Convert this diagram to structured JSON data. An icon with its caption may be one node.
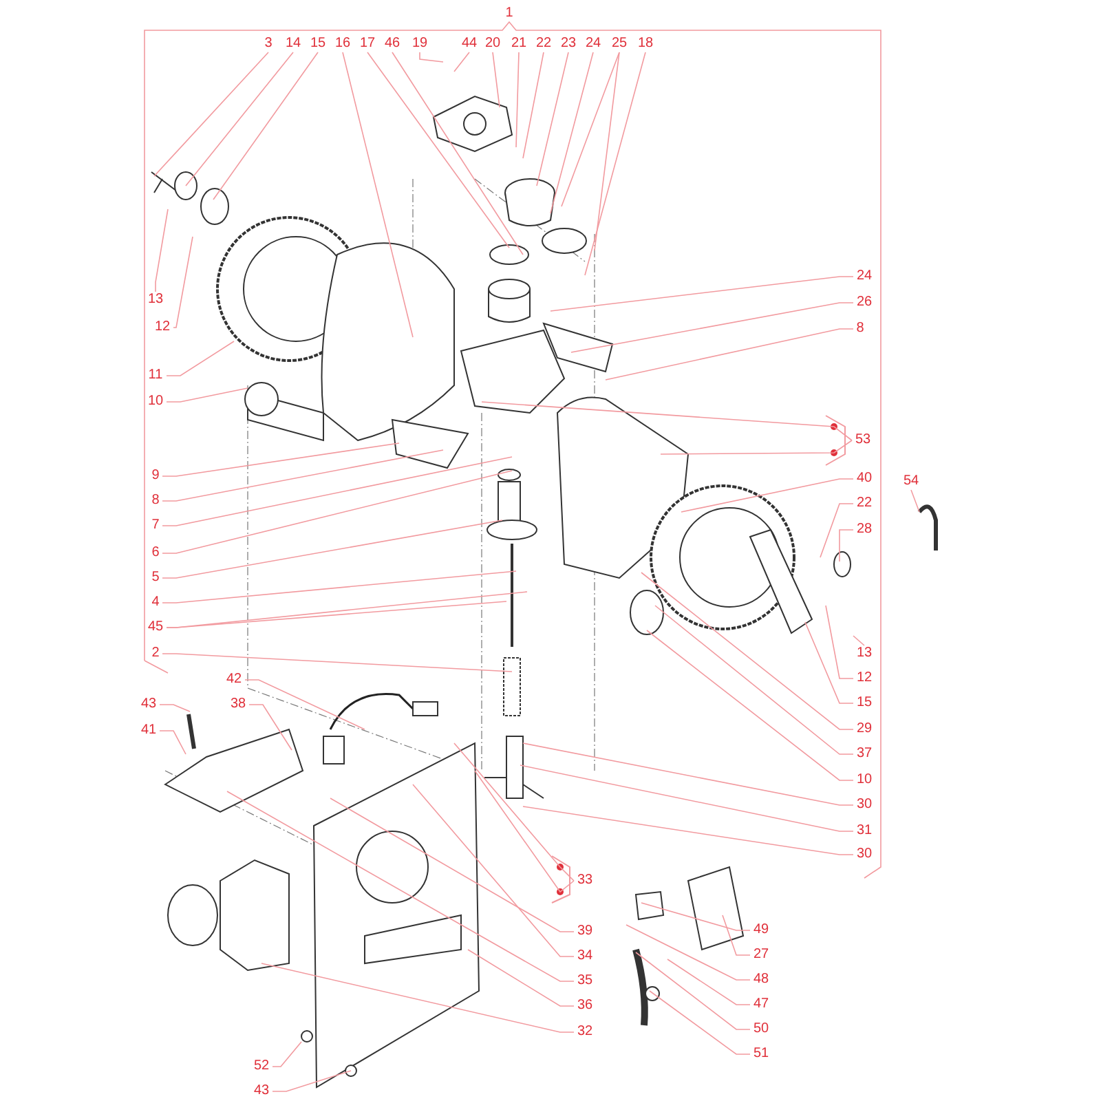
{
  "diagram": {
    "nodes": [
      {
        "text": [
          "1"
        ]
      },
      {
        "text": [
          "3"
        ]
      },
      {
        "text": [
          "14"
        ]
      },
      {
        "text": [
          "15"
        ]
      },
      {
        "text": [
          "16"
        ]
      },
      {
        "text": [
          "17"
        ]
      },
      {
        "text": [
          "46"
        ]
      },
      {
        "text": [
          "19"
        ]
      },
      {
        "text": [
          "44"
        ]
      },
      {
        "text": [
          "20"
        ]
      },
      {
        "text": [
          "21"
        ]
      },
      {
        "text": [
          "22"
        ]
      },
      {
        "text": [
          "23"
        ]
      },
      {
        "text": [
          "24"
        ]
      },
      {
        "text": [
          "25"
        ]
      },
      {
        "text": [
          "18"
        ]
      },
      {
        "text": [
          "13"
        ]
      },
      {
        "text": [
          "12"
        ]
      },
      {
        "text": [
          "11"
        ]
      },
      {
        "text": [
          "10"
        ]
      },
      {
        "text": [
          "9"
        ]
      },
      {
        "text": [
          "8"
        ]
      },
      {
        "text": [
          "7"
        ]
      },
      {
        "text": [
          "6"
        ]
      },
      {
        "text": [
          "5"
        ]
      },
      {
        "text": [
          "4"
        ]
      },
      {
        "text": [
          "45"
        ]
      },
      {
        "text": [
          "2"
        ]
      },
      {
        "text": [
          "24"
        ]
      },
      {
        "text": [
          "26"
        ]
      },
      {
        "text": [
          "8"
        ]
      },
      {
        "text": [
          "53"
        ]
      },
      {
        "text": [
          "40"
        ]
      },
      {
        "text": [
          "54"
        ]
      },
      {
        "text": [
          "22"
        ]
      },
      {
        "text": [
          "28"
        ]
      },
      {
        "text": [
          "13"
        ]
      },
      {
        "text": [
          "12"
        ]
      },
      {
        "text": [
          "15"
        ]
      },
      {
        "text": [
          "29"
        ]
      },
      {
        "text": [
          "37"
        ]
      },
      {
        "text": [
          "10"
        ]
      },
      {
        "text": [
          "30"
        ]
      },
      {
        "text": [
          "31"
        ]
      },
      {
        "text": [
          "30"
        ]
      },
      {
        "text": [
          "42"
        ]
      },
      {
        "text": [
          "43"
        ]
      },
      {
        "text": [
          "38"
        ]
      },
      {
        "text": [
          "41"
        ]
      },
      {
        "text": [
          "33"
        ]
      },
      {
        "text": [
          "39"
        ]
      },
      {
        "text": [
          "34"
        ]
      },
      {
        "text": [
          "35"
        ]
      },
      {
        "text": [
          "36"
        ]
      },
      {
        "text": [
          "32"
        ]
      },
      {
        "text": [
          "52"
        ]
      },
      {
        "text": [
          "43"
        ]
      },
      {
        "text": [
          "49"
        ]
      },
      {
        "text": [
          "27"
        ]
      },
      {
        "text": [
          "48"
        ]
      },
      {
        "text": [
          "47"
        ]
      },
      {
        "text": [
          "50"
        ]
      },
      {
        "text": [
          "51"
        ]
      }
    ],
    "edges": [
      {
        "from": 1,
        "to": null,
        "arrow": "none"
      },
      {
        "from": 2,
        "to": null,
        "arrow": "none"
      },
      {
        "from": 3,
        "to": null,
        "arrow": "none"
      },
      {
        "from": 4,
        "to": null,
        "arrow": "none"
      },
      {
        "from": 5,
        "to": null,
        "arrow": "none"
      },
      {
        "from": 6,
        "to": null,
        "arrow": "none"
      },
      {
        "from": 7,
        "to": null,
        "arrow": "none"
      },
      {
        "from": 8,
        "to": null,
        "arrow": "none"
      },
      {
        "from": 9,
        "to": null,
        "arrow": "none"
      },
      {
        "from": 10,
        "to": null,
        "arrow": "none"
      },
      {
        "from": 11,
        "to": null,
        "arrow": "none"
      },
      {
        "from": 12,
        "to": null,
        "arrow": "none"
      },
      {
        "from": 13,
        "to": null,
        "arrow": "none"
      },
      {
        "from": 14,
        "to": null,
        "arrow": "none"
      },
      {
        "from": 14,
        "to": null,
        "arrow": "none"
      },
      {
        "from": 15,
        "to": null,
        "arrow": "none"
      },
      {
        "from": 16,
        "to": null,
        "arrow": "none"
      },
      {
        "from": 17,
        "to": null,
        "arrow": "none"
      },
      {
        "from": 18,
        "to": null,
        "arrow": "none"
      },
      {
        "from": 19,
        "to": null,
        "arrow": "none"
      },
      {
        "from": 20,
        "to": null,
        "arrow": "none"
      },
      {
        "from": 21,
        "to": null,
        "arrow": "none"
      },
      {
        "from": 22,
        "to": null,
        "arrow": "none"
      },
      {
        "from": 23,
        "to": null,
        "arrow": "none"
      },
      {
        "from": 24,
        "to": null,
        "arrow": "none"
      },
      {
        "from": 25,
        "to": null,
        "arrow": "none"
      },
      {
        "from": 26,
        "to": null,
        "arrow": "none"
      },
      {
        "from": 26,
        "to": null,
        "arrow": "none"
      },
      {
        "from": 27,
        "to": null,
        "arrow": "none"
      },
      {
        "from": 28,
        "to": null,
        "arrow": "none"
      },
      {
        "from": 29,
        "to": null,
        "arrow": "none"
      },
      {
        "from": 30,
        "to": null,
        "arrow": "none"
      },
      {
        "from": 31,
        "to": null,
        "arrow": "none"
      },
      {
        "from": 31,
        "to": null,
        "arrow": "none"
      },
      {
        "from": 32,
        "to": null,
        "arrow": "none"
      },
      {
        "from": 33,
        "to": null,
        "arrow": "none"
      },
      {
        "from": 34,
        "to": null,
        "arrow": "none"
      },
      {
        "from": 35,
        "to": null,
        "arrow": "none"
      },
      {
        "from": 36,
        "to": null,
        "arrow": "none"
      },
      {
        "from": 37,
        "to": null,
        "arrow": "none"
      },
      {
        "from": 38,
        "to": null,
        "arrow": "none"
      },
      {
        "from": 39,
        "to": null,
        "arrow": "none"
      },
      {
        "from": 40,
        "to": null,
        "arrow": "none"
      },
      {
        "from": 41,
        "to": null,
        "arrow": "none"
      },
      {
        "from": 42,
        "to": null,
        "arrow": "none"
      },
      {
        "from": 43,
        "to": null,
        "arrow": "none"
      },
      {
        "from": 44,
        "to": null,
        "arrow": "none"
      },
      {
        "from": 45,
        "to": null,
        "arrow": "none"
      },
      {
        "from": 46,
        "to": null,
        "arrow": "none"
      },
      {
        "from": 47,
        "to": null,
        "arrow": "none"
      },
      {
        "from": 48,
        "to": null,
        "arrow": "none"
      },
      {
        "from": 49,
        "to": null,
        "arrow": "none"
      },
      {
        "from": 49,
        "to": null,
        "arrow": "none"
      },
      {
        "from": 50,
        "to": null,
        "arrow": "none"
      },
      {
        "from": 51,
        "to": null,
        "arrow": "none"
      },
      {
        "from": 52,
        "to": null,
        "arrow": "none"
      },
      {
        "from": 53,
        "to": null,
        "arrow": "none"
      },
      {
        "from": 54,
        "to": null,
        "arrow": "none"
      },
      {
        "from": 55,
        "to": null,
        "arrow": "none"
      },
      {
        "from": 56,
        "to": null,
        "arrow": "none"
      },
      {
        "from": 57,
        "to": null,
        "arrow": "none"
      },
      {
        "from": 58,
        "to": null,
        "arrow": "none"
      },
      {
        "from": 59,
        "to": null,
        "arrow": "none"
      },
      {
        "from": 60,
        "to": null,
        "arrow": "none"
      },
      {
        "from": 61,
        "to": null,
        "arrow": "none"
      },
      {
        "from": 62,
        "to": null,
        "arrow": "none"
      }
    ]
  }
}
